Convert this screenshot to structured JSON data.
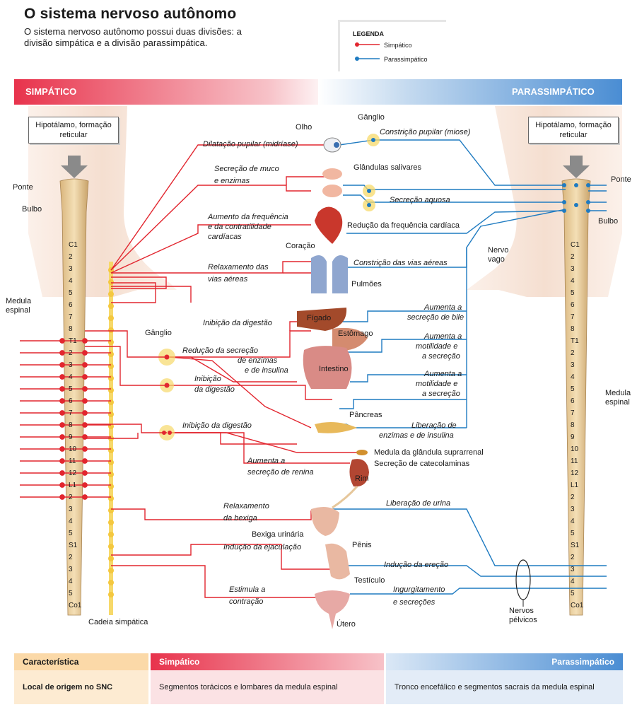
{
  "header": {
    "title": "O sistema nervoso autônomo",
    "intro": "O sistema nervoso autônomo possui duas divisões: a divisão simpática e a divisão parassimpática."
  },
  "legend": {
    "title": "LEGENDA",
    "sympathetic": "Simpático",
    "parasympathetic": "Parassimpático",
    "colors": {
      "sympathetic": "#e2262f",
      "parasympathetic": "#1f7bc1"
    }
  },
  "bands": {
    "left": "SIMPÁTICO",
    "right": "PARASSIMPÁTICO"
  },
  "left_column": {
    "hypothalamus": "Hipotálamo, formação reticular",
    "pons": "Ponte",
    "medulla": "Bulbo",
    "spinal_cord": "Medula espinal",
    "ganglion": "Gânglio",
    "chain": "Cadeia simpática",
    "segments": [
      "C1",
      "2",
      "3",
      "4",
      "5",
      "6",
      "7",
      "8",
      "T1",
      "2",
      "3",
      "4",
      "5",
      "6",
      "7",
      "8",
      "9",
      "10",
      "11",
      "12",
      "L1",
      "2",
      "3",
      "4",
      "5",
      "S1",
      "2",
      "3",
      "4",
      "5",
      "Co1"
    ]
  },
  "right_column": {
    "hypothalamus": "Hipotálamo, formação reticular",
    "pons": "Ponte",
    "medulla": "Bulbo",
    "spinal_cord": "Medula espinal",
    "vagus": "Nervo vago",
    "pelvic": "Nervos pélvicos",
    "segments": [
      "C1",
      "2",
      "3",
      "4",
      "5",
      "6",
      "7",
      "8",
      "T1",
      "2",
      "3",
      "4",
      "5",
      "6",
      "7",
      "8",
      "9",
      "10",
      "11",
      "12",
      "L1",
      "2",
      "3",
      "4",
      "5",
      "S1",
      "2",
      "3",
      "4",
      "5",
      "Co1"
    ]
  },
  "organs": {
    "eye": "Olho",
    "ganglion": "Gânglio",
    "salivary": "Glândulas salivares",
    "heart": "Coração",
    "lungs": "Pulmões",
    "liver": "Fígado",
    "stomach": "Estômago",
    "intestine": "Intestino",
    "pancreas": "Pâncreas",
    "adrenal": "Medula da glândula suprarrenal",
    "kidney": "Rim",
    "bladder": "Bexiga urinária",
    "penis": "Pênis",
    "testicle": "Testículo",
    "uterus": "Útero"
  },
  "sym_effects": {
    "pupil": "Dilatação pupilar (midríase)",
    "mucus1": "Secreção de muco",
    "mucus2": "e enzimas",
    "heart1": "Aumento da frequência",
    "heart2": "e da contratilidade",
    "heart3": "cardíacas",
    "airway1": "Relaxamento das",
    "airway2": "vias aéreas",
    "dig1": "Inibição da digestão",
    "enz1": "Redução da secreção",
    "enz2": "de enzimas",
    "enz3": "e de insulina",
    "dig2a": "Inibição",
    "dig2b": "da digestão",
    "dig3": "Inibição da digestão",
    "renin1": "Aumenta a",
    "renin2": "secreção de renina",
    "catechol": "Secreção de catecolaminas",
    "bladder1": "Relaxamento",
    "bladder2": "da bexiga",
    "ejac": "Indução da ejaculação",
    "contr1": "Estimula a",
    "contr2": "contração"
  },
  "para_effects": {
    "pupil": "Constrição pupilar (miose)",
    "saliva": "Secreção aquosa",
    "heart": "Redução da frequência cardíaca",
    "airway": "Constrição das vias aéreas",
    "bile1": "Aumenta a",
    "bile2": "secreção de bile",
    "mot1a": "Aumenta a",
    "mot1b": "motilidade e",
    "mot1c": "a secreção",
    "mot2a": "Aumenta a",
    "mot2b": "motilidade e",
    "mot2c": "a secreção",
    "enz1": "Liberação de",
    "enz2": "enzimas e de insulina",
    "urine": "Liberação de urina",
    "erect": "Indução da ereção",
    "engorg1": "Ingurgitamento",
    "engorg2": "e secreções"
  },
  "table": {
    "headers": [
      "Característica",
      "Simpático",
      "Parassimpático"
    ],
    "row1": [
      "Local de origem no SNC",
      "Segmentos torácicos e lombares da medula espinal",
      "Tronco encefálico e segmentos sacrais da medula espinal"
    ]
  }
}
